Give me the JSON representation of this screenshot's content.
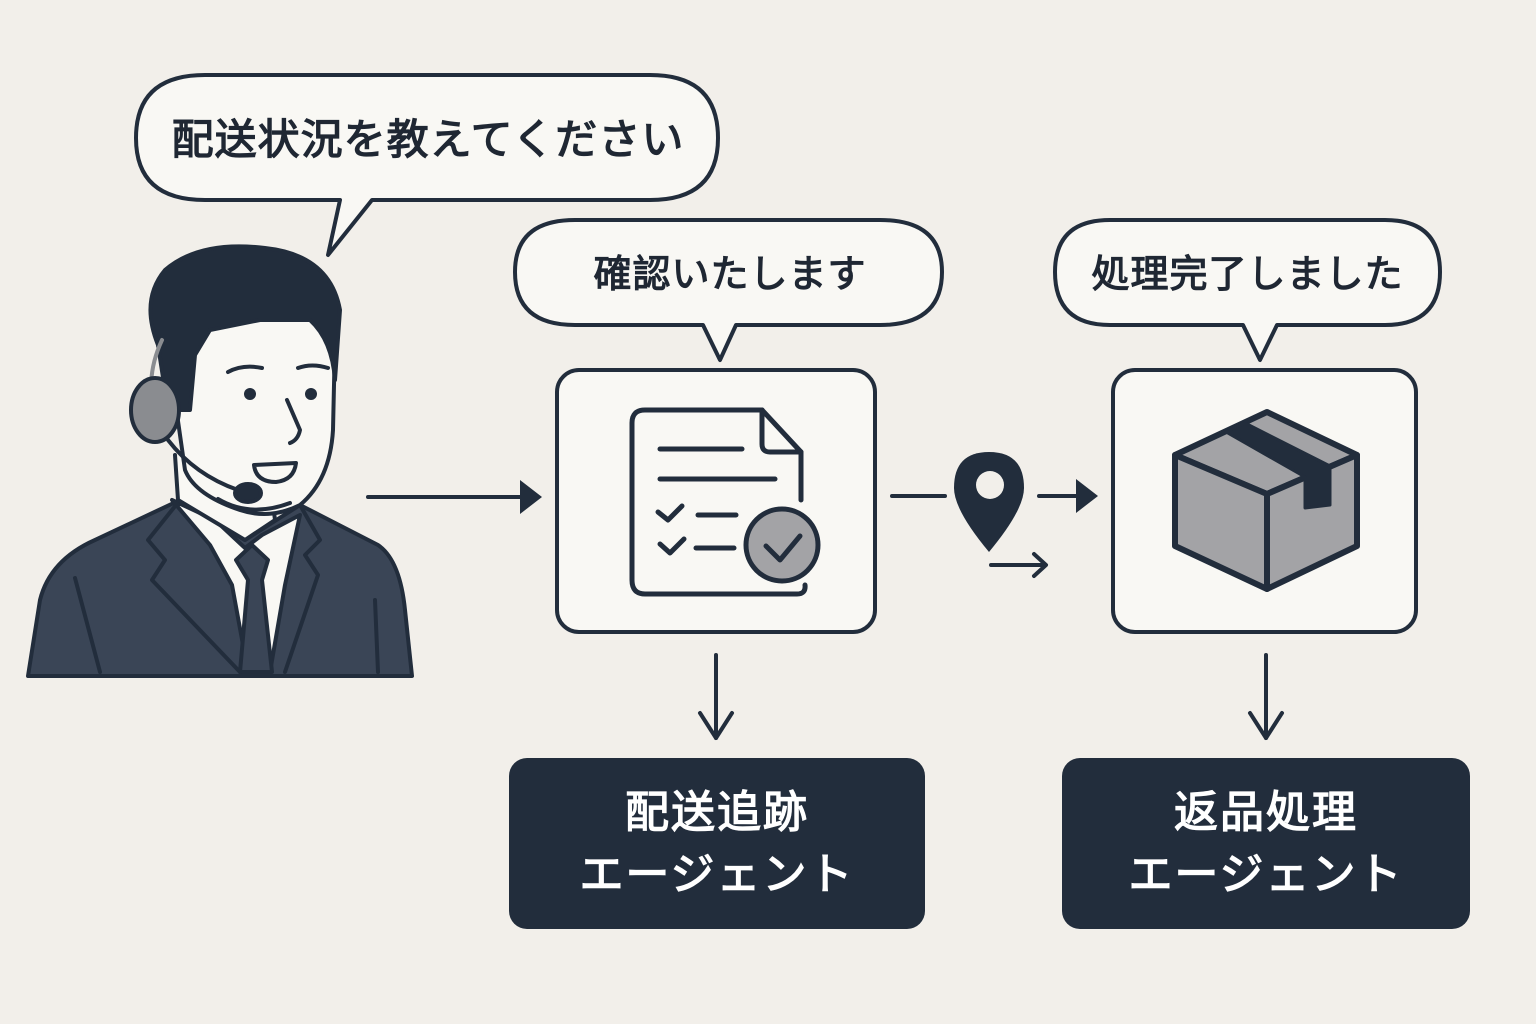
{
  "diagram": {
    "customer_request_bubble": {
      "text": "配送状況を教えてください"
    },
    "tracking_bubble": {
      "text": "確認いたします"
    },
    "returns_bubble": {
      "text": "処理完了しました"
    },
    "tracking_agent": {
      "line1": "配送追跡",
      "line2": "エージェント"
    },
    "returns_agent": {
      "line1": "返品処理",
      "line2": "エージェント"
    },
    "icons": {
      "operator": "operator-with-headset-illustration",
      "checklist": "document-checklist-with-check-badge",
      "location": "map-pin-icon",
      "package": "cardboard-box-icon"
    }
  },
  "colors": {
    "background": "#f2efea",
    "panel_fill": "#f9f8f4",
    "ink": "#222d3c",
    "suit": "#3a4556",
    "accent_gray": "#a3a3a6",
    "headset_gray": "#8a8c90"
  }
}
